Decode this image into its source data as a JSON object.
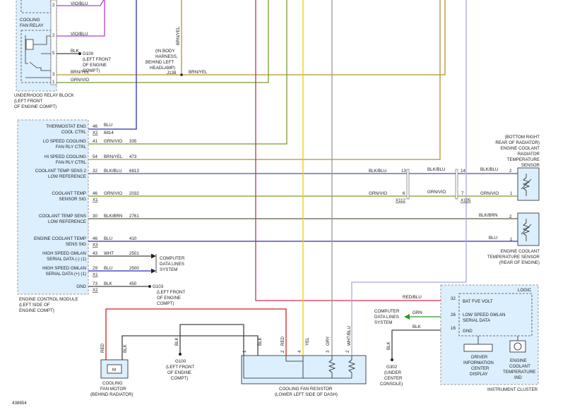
{
  "diagram_id": "438854",
  "colors": {
    "vio_blu": "#b23fd6",
    "blu": "#2b2bc0",
    "grn_vio": "#7b9a2c",
    "brn_yel": "#b8902c",
    "blk_blu": "#5151a8",
    "blk_brn": "#5f5a4a",
    "red_blu": "#d0304a",
    "red": "#d42020",
    "blk": "#444444",
    "yel": "#f0d000",
    "gry": "#9a9a9a",
    "wht_blu": "#a8a8e8",
    "grn": "#2a9a2a",
    "module_fill": "#dcefff"
  },
  "relay_block": {
    "relay_label": [
      "COOLING",
      "FAN RELAY"
    ],
    "block_label": [
      "UNDERHOOD RELAY BLOCK",
      "(LEFT FRONT",
      "OF ENGINE COMPT)"
    ],
    "pins": [
      {
        "pin": "2",
        "wire": "VIO/BLU"
      },
      {
        "pin": "2",
        "wire": "VIO/BLU"
      },
      {
        "pin": "5",
        "wire": "BLK"
      },
      {
        "pin": "3",
        "wire": "BRN/YEL"
      },
      {
        "pin": "1",
        "wire": "GRN/VIO"
      }
    ],
    "ground": {
      "id": "G100",
      "lines": [
        "(LEFT FRONT",
        "OF ENGINE",
        "COMPT)"
      ]
    }
  },
  "harness_note": {
    "lines": [
      "(IN BODY",
      "HARNESS,",
      "BEHIND LEFT",
      "HEADLAMP)"
    ],
    "splice": "J138",
    "wire_vertical": "BRN/YEL",
    "wire_horizontal": "BRN/YEL"
  },
  "ecm": {
    "label": [
      "ENGINE CONTROL MODULE",
      "(LEFT SIDE OF",
      "ENGINE COMPT)"
    ],
    "rows": [
      {
        "l1": "THERMOSTAT ENG",
        "l2": "COOL CTRL",
        "conn": "X2",
        "pin": "46",
        "wire": "BLU",
        "circuit": "6814"
      },
      {
        "l1": "LO SPEED COOLING",
        "l2": "FAN RLY CTRL",
        "conn": "",
        "pin": "41",
        "wire": "GRN/VIO",
        "circuit": "335"
      },
      {
        "l1": "HI SPEED COOLING",
        "l2": "FAN RLY CTRL",
        "conn": "",
        "pin": "54",
        "wire": "BRN/YEL",
        "circuit": "473"
      },
      {
        "l1": "COOLANT TEMP SENS 2",
        "l2": "LOW REFERENCE",
        "conn": "",
        "pin": "32",
        "wire": "BLK/BLU",
        "circuit": "6813"
      },
      {
        "l1": "COOLANT TEMP",
        "l2": "SENSOR SIG",
        "conn": "X1",
        "pin": "46",
        "wire": "GRN/VIO",
        "circuit": "2032"
      },
      {
        "l1": "COOLANT TEMP SENS",
        "l2": "LOW REFERENCE",
        "conn": "",
        "pin": "30",
        "wire": "BLK/BRN",
        "circuit": "2761"
      },
      {
        "l1": "ENGINE COOLANT TEMP",
        "l2": "SENS SIG",
        "conn": "X3",
        "pin": "46",
        "wire": "BLU",
        "circuit": "410"
      },
      {
        "l1": "HIGH SPEED GMLAN",
        "l2": "SERIAL DATA (-) (1)",
        "conn": "",
        "pin": "43",
        "wire": "WHT",
        "circuit": "2501"
      },
      {
        "l1": "HIGH SPEED GMLAN",
        "l2": "SERIAL DATA (+) (1)",
        "conn": "X1",
        "pin": "29",
        "wire": "BLU",
        "circuit": "2500"
      },
      {
        "l1": "GND",
        "l2": "",
        "conn": "X2",
        "pin": "73",
        "wire": "BLK",
        "circuit": "450"
      }
    ],
    "data_lines": [
      "COMPUTER",
      "DATA LINES",
      "SYSTEM"
    ],
    "ground": {
      "id": "G103",
      "lines": [
        "(LEFT FRONT",
        "OF ENGINE",
        "COMPT)"
      ]
    }
  },
  "connectors": [
    {
      "id": "X112",
      "pins": [
        "13",
        "6"
      ]
    },
    {
      "id": "X105",
      "pins": [
        "14",
        "7"
      ]
    }
  ],
  "conn_wires": {
    "row_a": [
      "BLK/BLU",
      "BLK/BLU",
      "BLK/BLU",
      "BLK/BLU"
    ],
    "row_b": [
      "GRN/VIO",
      "GRN/VIO",
      "GRN/VIO",
      "GRN/VIO"
    ],
    "row_c": "BLK/BRN",
    "row_d": "BLU"
  },
  "sensor1": {
    "label": [
      "(BOTTOM RIGHT",
      "REAR OF RADIATOR)",
      "ENGINE COOLANT",
      "RADIATOR",
      "TEMPERATURE",
      "SENSOR"
    ],
    "pins": [
      "2",
      "1"
    ]
  },
  "sensor2": {
    "label": [
      "ENGINE COOLANT",
      "TEMPERATURE SENSOR",
      "(REAR OF ENGINE)"
    ],
    "pins": [
      "2",
      "1"
    ]
  },
  "cluster": {
    "logic": "LOGIC",
    "bat_label": "BAT FVE VOLT",
    "gmlan_label": [
      "LOW SPEED GMLAN",
      "SERIAL DATA"
    ],
    "gnd_label": "GND",
    "pins": [
      {
        "pin": "32",
        "wire": "RED/BLU"
      },
      {
        "pin": "26",
        "wire": "GRN"
      },
      {
        "pin": "16",
        "wire": "BLK"
      }
    ],
    "data_lines": [
      "COMPUTER",
      "DATA LINES",
      "SYSTEM"
    ],
    "dic_label": [
      "DRIVER",
      "INFORMATION",
      "CENTER",
      "DISPLAY"
    ],
    "ind_label": [
      "ENGINE",
      "COOLANT",
      "TEMPERATURE",
      "IND"
    ],
    "label": "INSTRUMENT CLUSTER",
    "ground": {
      "id": "G302",
      "wire": "BLK",
      "lines": [
        "(UNDER",
        "CENTER",
        "CONSOLE)"
      ]
    }
  },
  "fan_motor": {
    "label": [
      "COOLING",
      "FAN MOTOR",
      "(BEHIND RADIATOR)"
    ],
    "wire_left": "RED",
    "wire_right": "BLK"
  },
  "ground_g100b": {
    "id": "G100",
    "wire": "BLK",
    "lines": [
      "(LEFT FRONT",
      "OF ENGINE",
      "COMPT)"
    ]
  },
  "resistor": {
    "label": [
      "COOLING FAN RESISTOR",
      "(LOWER LEFT SIDE OF DASH)"
    ],
    "pins": [
      {
        "pin": "1",
        "wire": "BLK"
      },
      {
        "pin": "2",
        "wire": "RED"
      },
      {
        "pin": "4",
        "wire": "YEL"
      },
      {
        "pin": "3",
        "wire": "GRY"
      },
      {
        "pin": "2",
        "wire": "WHT/BLU"
      }
    ]
  }
}
